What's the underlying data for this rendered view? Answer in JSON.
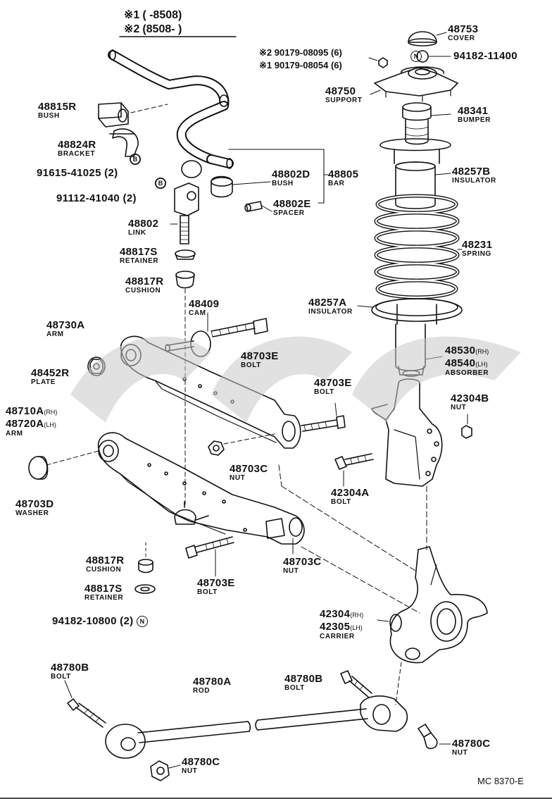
{
  "legend": {
    "line1": {
      "mark": "※1",
      "range": "(     -8508)"
    },
    "line2": {
      "mark": "※2",
      "range": "(8508-      )"
    }
  },
  "parts": {
    "p48753": {
      "num": "48753",
      "name": "COVER"
    },
    "p94182_11400": {
      "num": "94182-11400",
      "circle": "N"
    },
    "p90179_08095": {
      "text": "※2 90179-08095 (6)"
    },
    "p90179_08054": {
      "text": "※1 90179-08054 (6)"
    },
    "p48750": {
      "num": "48750",
      "name": "SUPPORT"
    },
    "p48341": {
      "num": "48341",
      "name": "BUMPER"
    },
    "p48815R": {
      "num": "48815R",
      "name": "BUSH"
    },
    "p48824R": {
      "num": "48824R",
      "name": "BRACKET"
    },
    "p91615": {
      "text": "91615-41025 (2)"
    },
    "p91112": {
      "text": "91112-41040 (2)"
    },
    "p48802D": {
      "num": "48802D",
      "name": "BUSH"
    },
    "p48805": {
      "num": "48805",
      "name": "BAR"
    },
    "p48802E": {
      "num": "48802E",
      "name": "SPACER"
    },
    "p48257B": {
      "num": "48257B",
      "name": "INSULATOR"
    },
    "p48802": {
      "num": "48802",
      "name": "LINK"
    },
    "p48817S_top": {
      "num": "48817S",
      "name": "RETAINER"
    },
    "p48231": {
      "num": "48231",
      "name": "SPRING"
    },
    "p48817R_top": {
      "num": "48817R",
      "name": "CUSHION"
    },
    "p48409": {
      "num": "48409",
      "name": "CAM"
    },
    "p48257A": {
      "num": "48257A",
      "name": "INSULATOR"
    },
    "p48730A": {
      "num": "48730A",
      "name": "ARM"
    },
    "p48703E_top": {
      "num": "48703E",
      "name": "BOLT"
    },
    "p48530": {
      "num": "48530",
      "sfx": "(RH)"
    },
    "p48540": {
      "num": "48540",
      "sfx": "(LH)",
      "name": "ABSORBER"
    },
    "p48452R": {
      "num": "48452R",
      "name": "PLATE"
    },
    "p48703E_mid": {
      "num": "48703E",
      "name": "BOLT"
    },
    "p42304B": {
      "num": "42304B",
      "name": "NUT"
    },
    "p48710A": {
      "num": "48710A",
      "sfx": "(RH)"
    },
    "p48720A": {
      "num": "48720A",
      "sfx": "(LH)",
      "name": "ARM"
    },
    "p48703C_top": {
      "num": "48703C",
      "name": "NUT"
    },
    "p42304A": {
      "num": "42304A",
      "name": "BOLT"
    },
    "p48703D": {
      "num": "48703D",
      "name": "WASHER"
    },
    "p48817R_bot": {
      "num": "48817R",
      "name": "CUSHION"
    },
    "p48703C_bot": {
      "num": "48703C",
      "name": "NUT"
    },
    "p48703E_bot": {
      "num": "48703E",
      "name": "BOLT"
    },
    "p48817S_bot": {
      "num": "48817S",
      "name": "RETAINER"
    },
    "p42304": {
      "num": "42304",
      "sfx": "(RH)"
    },
    "p42305": {
      "num": "42305",
      "sfx": "(LH)",
      "name": "CARRIER"
    },
    "p94182_10800": {
      "text": "94182-10800 (2)",
      "circle": "N"
    },
    "p48780B_left": {
      "num": "48780B",
      "name": "BOLT"
    },
    "p48780A": {
      "num": "48780A",
      "name": "ROD"
    },
    "p48780B_right": {
      "num": "48780B",
      "name": "BOLT"
    },
    "p48780C_right": {
      "num": "48780C",
      "name": "NUT"
    },
    "p48780C_bot": {
      "num": "48780C",
      "name": "NUT"
    }
  },
  "circle_b": "B",
  "diagram_code": "MC 8370-E"
}
